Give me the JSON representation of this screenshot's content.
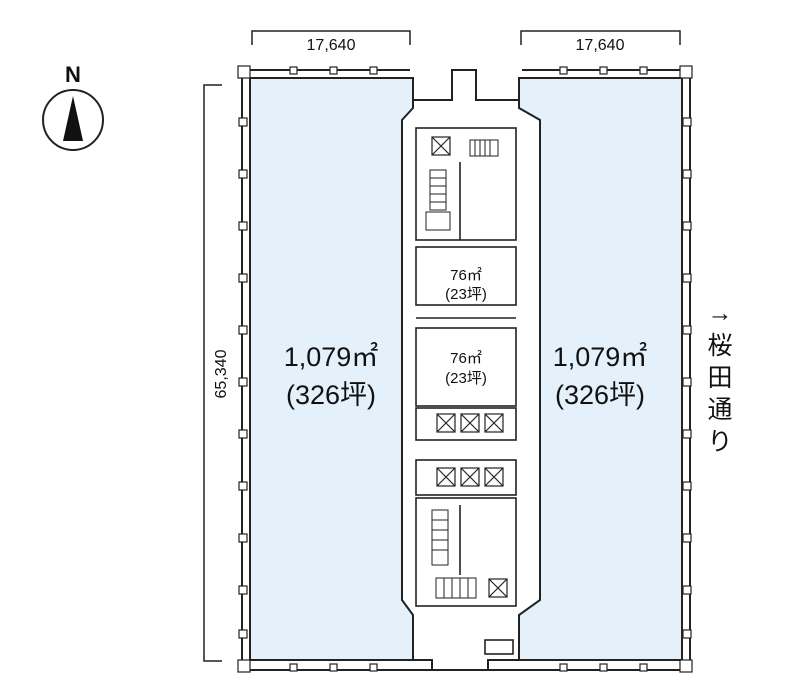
{
  "dimensions": {
    "left_width": "17,640",
    "right_width": "17,640",
    "height": "65,340"
  },
  "compass": {
    "label": "N",
    "icon": "north-arrow-icon"
  },
  "rooms": {
    "west_office": {
      "area": "1,079㎡",
      "tsubo": "(326坪)"
    },
    "east_office": {
      "area": "1,079㎡",
      "tsubo": "(326坪)"
    },
    "core_room_upper": {
      "area": "76㎡",
      "tsubo": "(23坪)"
    },
    "core_room_lower": {
      "area": "76㎡",
      "tsubo": "(23坪)"
    }
  },
  "street": {
    "arrow": "→",
    "name_chars": [
      "桜",
      "田",
      "通",
      "り"
    ]
  },
  "colors": {
    "office_fill": "#e4f1fb",
    "line": "#222222"
  }
}
